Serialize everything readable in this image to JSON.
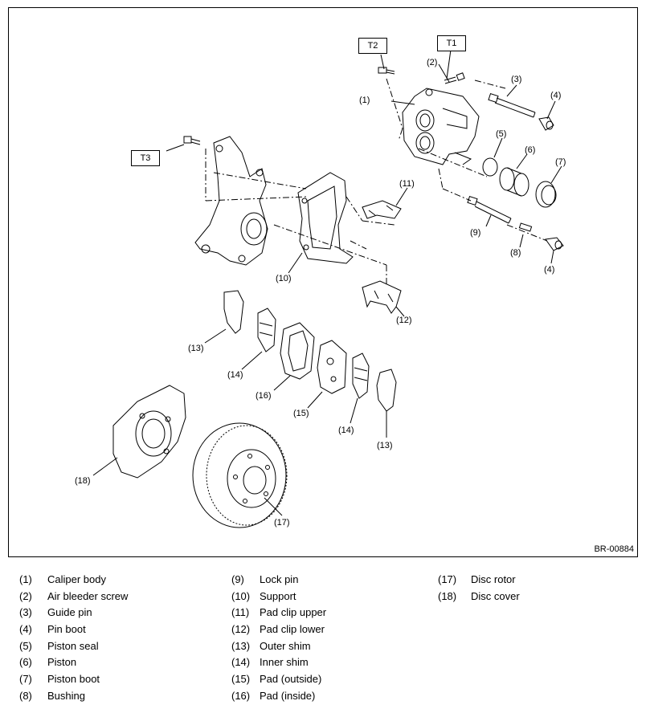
{
  "diagram": {
    "reference_code": "BR-00884",
    "torque_tags": [
      "T1",
      "T2",
      "T3"
    ],
    "callouts": {
      "c1": "(1)",
      "c2": "(2)",
      "c3": "(3)",
      "c4a": "(4)",
      "c4b": "(4)",
      "c5": "(5)",
      "c6": "(6)",
      "c7": "(7)",
      "c8": "(8)",
      "c9": "(9)",
      "c10": "(10)",
      "c11": "(11)",
      "c12": "(12)",
      "c13a": "(13)",
      "c13b": "(13)",
      "c14a": "(14)",
      "c14b": "(14)",
      "c15": "(15)",
      "c16": "(16)",
      "c17": "(17)",
      "c18": "(18)"
    }
  },
  "legend": {
    "col1": [
      {
        "num": "(1)",
        "name": "Caliper body"
      },
      {
        "num": "(2)",
        "name": "Air bleeder screw"
      },
      {
        "num": "(3)",
        "name": "Guide pin"
      },
      {
        "num": "(4)",
        "name": "Pin boot"
      },
      {
        "num": "(5)",
        "name": "Piston seal"
      },
      {
        "num": "(6)",
        "name": "Piston"
      },
      {
        "num": "(7)",
        "name": "Piston boot"
      },
      {
        "num": "(8)",
        "name": "Bushing"
      }
    ],
    "col2": [
      {
        "num": "(9)",
        "name": "Lock pin"
      },
      {
        "num": "(10)",
        "name": "Support"
      },
      {
        "num": "(11)",
        "name": "Pad clip upper"
      },
      {
        "num": "(12)",
        "name": "Pad clip lower"
      },
      {
        "num": "(13)",
        "name": "Outer shim"
      },
      {
        "num": "(14)",
        "name": "Inner shim"
      },
      {
        "num": "(15)",
        "name": "Pad (outside)"
      },
      {
        "num": "(16)",
        "name": "Pad (inside)"
      }
    ],
    "col3": [
      {
        "num": "(17)",
        "name": "Disc rotor"
      },
      {
        "num": "(18)",
        "name": "Disc cover"
      }
    ]
  }
}
